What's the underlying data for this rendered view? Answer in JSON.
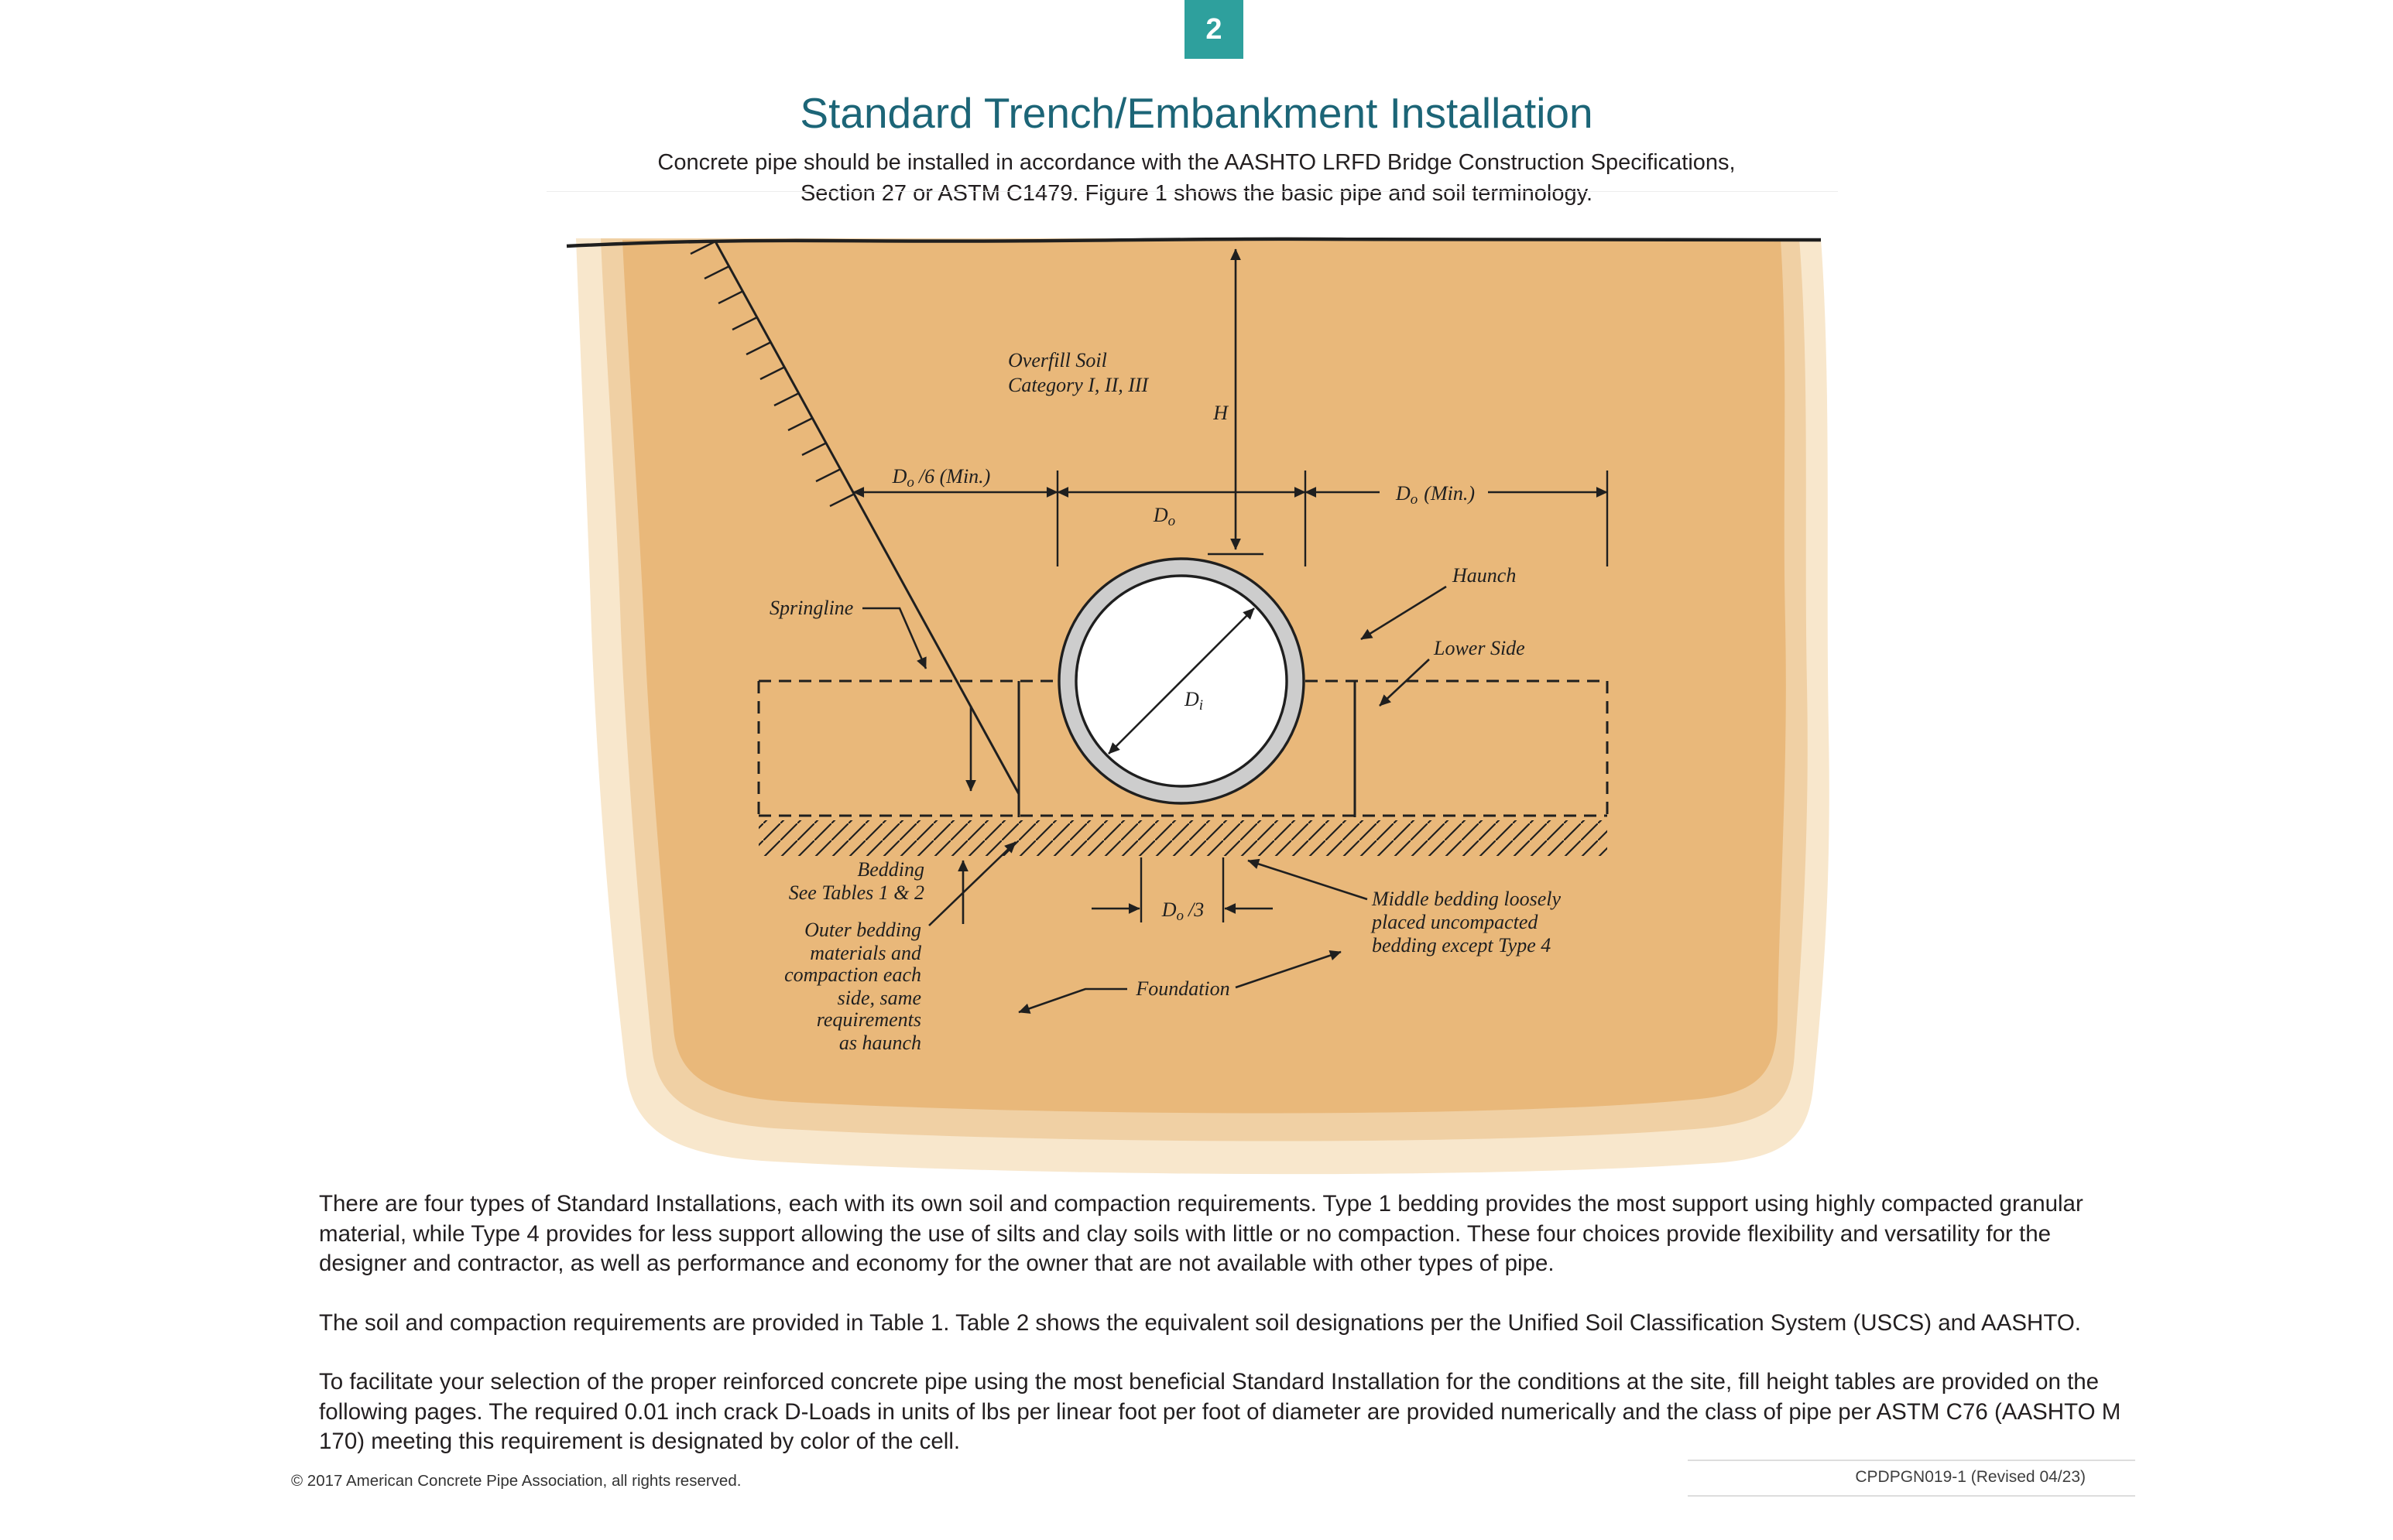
{
  "page": {
    "number": "2",
    "title": "Standard Trench/Embankment Installation",
    "subtitle": [
      "Concrete pipe should be installed in accordance with the AASHTO LRFD Bridge Construction Specifications,",
      "Section 27 or ASTM C1479. Figure 1 shows the basic pipe and soil terminology."
    ]
  },
  "colors": {
    "accent": "#2EA09D",
    "title-teal": "#1C6577",
    "soil": "#E9B87A",
    "soil-mid": "#F0D0A4",
    "soil-light": "#F8E7CC",
    "ink": "#1F1F1F",
    "text": "#231F20",
    "pipe-ring": "#CDCDCD"
  },
  "figure": {
    "labels": {
      "overfill": [
        "Overfill Soil",
        "Category I, II, III"
      ],
      "h": "H",
      "haunch": "Haunch",
      "springline": "Springline",
      "lower_side": "Lower Side",
      "bedding": [
        "Bedding",
        "See Tables 1 & 2"
      ],
      "middle_bedding": [
        "Middle bedding loosely",
        "placed uncompacted",
        "bedding except Type 4"
      ],
      "outer_bedding": [
        "Outer bedding",
        "materials and",
        "compaction each",
        "side, same",
        "requirements",
        "as haunch"
      ],
      "foundation": "Foundation"
    },
    "sym": {
      "d": "D",
      "sub_o": "o",
      "sub_i": "i",
      "per6_min": "/6 (Min.)",
      "min": "(Min.)",
      "per3": "/3"
    }
  },
  "body": {
    "paragraphs": [
      "There are four types of Standard Installations, each with its own soil and compaction requirements. Type 1 bedding provides the most support using highly compacted granular material, while Type 4 provides for less support allowing the use of silts and clay soils with little or no compaction. These four choices provide flexibility and versatility for the designer and contractor, as well as performance and economy for the owner that are not available with other types of pipe.",
      "The soil and compaction requirements are provided in Table 1. Table 2 shows the equivalent soil designations per the Unified Soil Classification System (USCS) and AASHTO.",
      "To facilitate your selection of the proper reinforced concrete pipe using the most beneficial Standard Installation for the conditions at the site, fill height tables are provided on the following pages. The required 0.01 inch crack D-Loads in units of lbs per linear foot per foot of diameter are provided numerically and the class of pipe per ASTM C76 (AASHTO M 170) meeting this requirement is designated by color of the cell."
    ]
  },
  "footer": {
    "copyright": "© 2017 American Concrete Pipe Association, all rights reserved.",
    "doc_code": "CPDPGN019-1 (Revised 04/23)"
  }
}
